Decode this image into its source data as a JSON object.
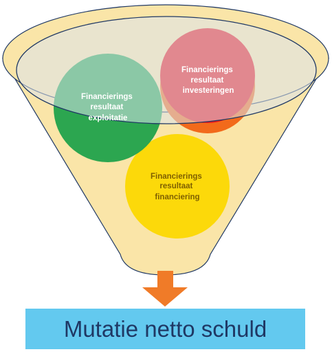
{
  "circles": [
    {
      "id": "exploitatie",
      "lines": [
        "Financierings",
        "resultaat",
        "exploitatie"
      ],
      "fill": "#2ca650",
      "text_color": "#ffffff"
    },
    {
      "id": "investeringen",
      "lines": [
        "Financierings",
        "resultaat",
        "investeringen"
      ],
      "fill": "#e8191e",
      "text_color": "#ffffff"
    },
    {
      "id": "financiering",
      "lines": [
        "Financierings",
        "resultaat",
        "financiering"
      ],
      "fill": "#fcd90a",
      "text_color": "#7f6000"
    }
  ],
  "result": {
    "label": "Mutatie netto schuld"
  },
  "colors": {
    "funnel_fill": "#fae5a8",
    "funnel_stroke": "#1f3864",
    "funnel_opening": "#dbe3ec",
    "arrow": "#f07b28",
    "result_box": "#63c9ef",
    "result_text": "#1f3864"
  }
}
